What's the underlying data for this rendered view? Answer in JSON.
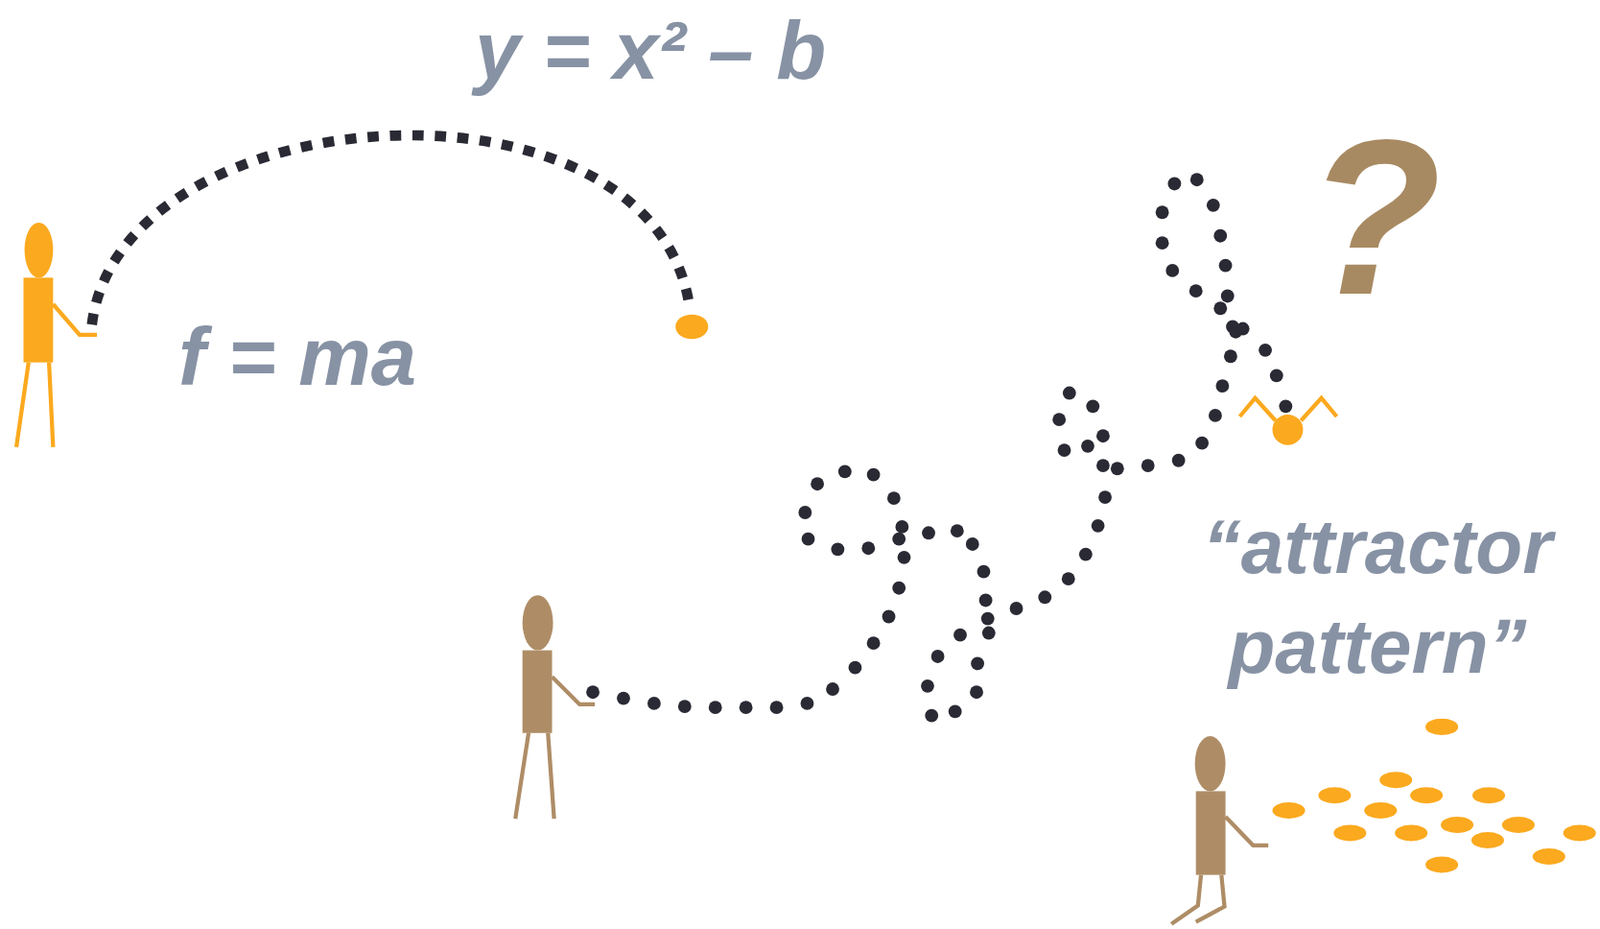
{
  "diagram": {
    "labels": [
      "y = x² – b",
      "f = ma",
      "?",
      "“attractor pattern”"
    ]
  }
}
